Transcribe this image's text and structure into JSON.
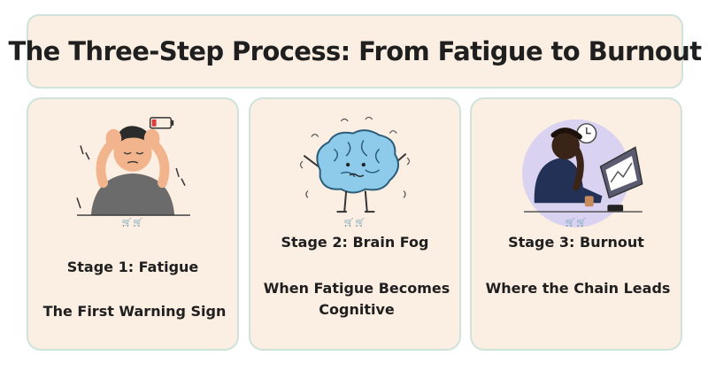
{
  "title": "The Three-Step Process: From Fatigue to Burnout",
  "stages": [
    {
      "label": "Stage 1: Fatigue",
      "description": "The First Warning Sign",
      "illustration": "tired-person-icon"
    },
    {
      "label": "Stage 2: Brain Fog",
      "description": "When Fatigue Becomes Cognitive",
      "illustration": "foggy-brain-icon"
    },
    {
      "label": "Stage 3: Burnout",
      "description": "Where the Chain Leads",
      "illustration": "burnout-laptop-icon"
    }
  ],
  "colors": {
    "card_bg": "#fbeee2",
    "border": "#cfe3da",
    "text": "#1f1f1f",
    "brain": "#8ecbea",
    "shirt": "#6b6b6b",
    "purple": "#d9d2f0"
  }
}
